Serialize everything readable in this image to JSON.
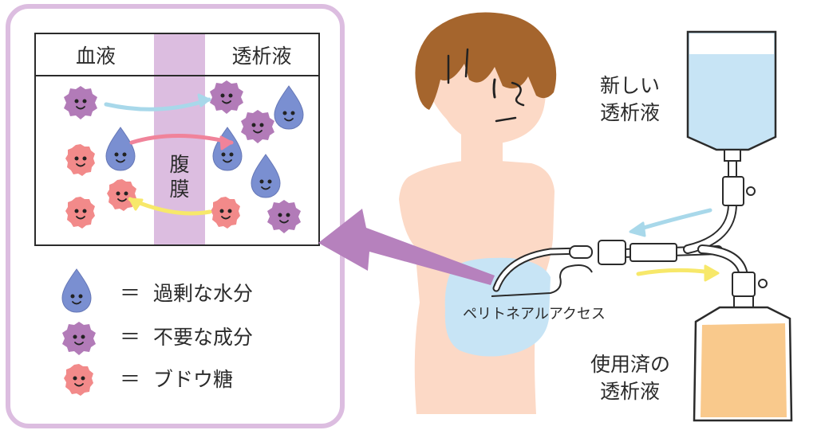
{
  "panel": {
    "left_header": "血液",
    "right_header": "透析液",
    "membrane_label": [
      "腹",
      "膜"
    ]
  },
  "legend": [
    {
      "icon": "water-drop-icon",
      "equals": "＝",
      "text": "過剰な水分",
      "color": "#7a8fd1"
    },
    {
      "icon": "waste-particle-icon",
      "equals": "＝",
      "text": "不要な成分",
      "color": "#b27bb8"
    },
    {
      "icon": "glucose-particle-icon",
      "equals": "＝",
      "text": "ブドウ糖",
      "color": "#f28a8a"
    }
  ],
  "labels": {
    "new_fluid": [
      "新しい",
      "透析液"
    ],
    "used_fluid": [
      "使用済の",
      "透析液"
    ],
    "access": "ペリトネアルアクセス"
  },
  "colors": {
    "frame": "#dcbde0",
    "membrane": "#dcbde0",
    "skin": "#fcd9c6",
    "hair": "#a5652d",
    "peritoneum": "#c7e4f5",
    "new_fluid": "#c7e4f5",
    "used_fluid": "#f9c98c",
    "arrow_blue": "#a8d8ea",
    "arrow_pink": "#f0839a",
    "arrow_yellow": "#f7e86a",
    "big_arrow": "#b681bd"
  }
}
